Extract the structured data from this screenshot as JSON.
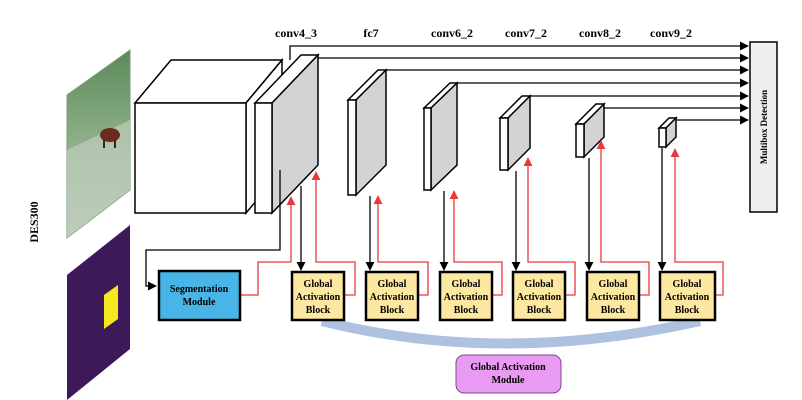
{
  "side_label": "DES300",
  "layer_labels": {
    "conv4_3": "conv4_3",
    "fc7": "fc7",
    "conv6_2": "conv6_2",
    "conv7_2": "conv7_2",
    "conv8_2": "conv8_2",
    "conv9_2": "conv9_2"
  },
  "multibox_label": "Multibox Detection",
  "segmentation": {
    "line1": "Segmentation",
    "line2": "Module"
  },
  "gab": {
    "line1": "Global",
    "line2": "Activation",
    "line3": "Block"
  },
  "gam": {
    "line1": "Global Activation",
    "line2": "Module"
  },
  "colors": {
    "red_arrow": "#e8393b",
    "seg_fill": "#49b5e6",
    "gab_fill": "#fde8a1",
    "gam_fill": "#e99af2",
    "arc": "#9fb7da",
    "map_fill": "#d3d3d3",
    "seg_mask": "#3c1a5a",
    "seg_object": "#f4e81e"
  }
}
